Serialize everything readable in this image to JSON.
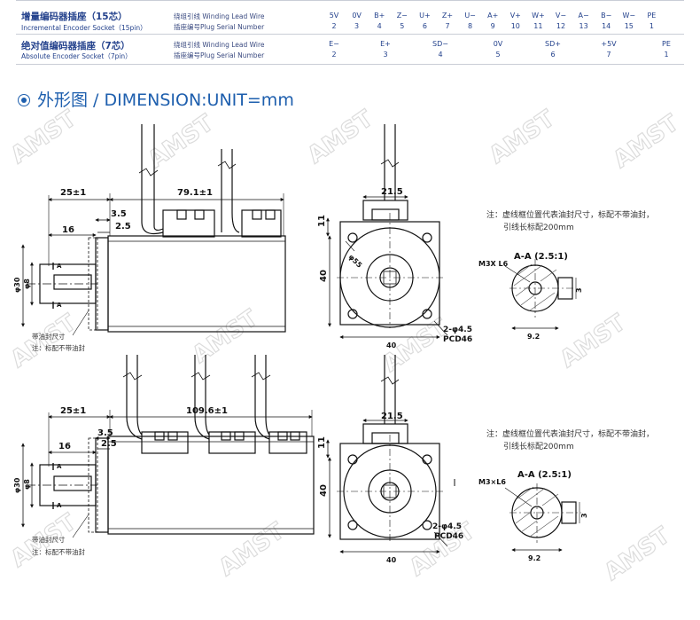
{
  "table": {
    "row1": {
      "cn": "增量编码器插座（15芯）",
      "en": "Incremental Encoder Socket（15pin）",
      "desc1": "绕组引线 Winding Lead Wire",
      "desc2": "插座编号Plug Serial Number",
      "signals": [
        "5V",
        "0V",
        "B+",
        "Z−",
        "U+",
        "Z+",
        "U−",
        "A+",
        "V+",
        "W+",
        "V−",
        "A−",
        "B−",
        "W−",
        "PE"
      ],
      "pins": [
        "2",
        "3",
        "4",
        "5",
        "6",
        "7",
        "8",
        "9",
        "10",
        "11",
        "12",
        "13",
        "14",
        "15",
        "1"
      ]
    },
    "row2": {
      "cn": "绝对值编码器插座（7芯）",
      "en": "Absolute Encoder Socket（7pin）",
      "desc1": "绕组引线 Winding Lead Wire",
      "desc2": "插座编号Plug Serial Number",
      "signals": [
        "E−",
        "E+",
        "SD−",
        "0V",
        "SD+",
        "+5V",
        "PE"
      ],
      "pins": [
        "2",
        "3",
        "4",
        "5",
        "6",
        "7",
        "1"
      ]
    }
  },
  "section_title": "外形图 / DIMENSION:UNIT=mm",
  "top": {
    "dim_25": "25±1",
    "dim_79": "79.1±1",
    "dim_3_5": "3.5",
    "dim_2_5": "2.5",
    "dim_16": "16",
    "dim_21_5": "21.5",
    "dim_11": "11",
    "dim_40_v": "40",
    "dim_40_h": "40",
    "phi55": "φ55",
    "phi8": "φ8",
    "phi30": "φ30",
    "holes": "2-φ4.5",
    "pcd": "PCD46",
    "aa": "A-A (2.5:1)",
    "m3": "M3X L6",
    "w3": "3",
    "w92": "9.2",
    "oil_seal": "带油封尺寸",
    "oil_note": "注：标配不带油封",
    "note1": "注：虚线框位置代表油封尺寸，标配不带油封，",
    "note2": "引线长标配200mm",
    "A_label": "A"
  },
  "bottom": {
    "dim_25": "25±1",
    "dim_109": "109.6±1",
    "dim_3_5": "3.5",
    "dim_2_5": "2.5",
    "dim_16": "16",
    "dim_21_5": "21.5",
    "dim_11": "11",
    "dim_40_v": "40",
    "dim_40_h": "40",
    "phi8": "φ8",
    "phi30": "φ30",
    "holes": "2-φ4.5",
    "pcd": "PCD46",
    "aa": "A-A (2.5:1)",
    "m3": "M3×L6",
    "w3": "3",
    "w92": "9.2",
    "oil_seal": "带油封尺寸",
    "oil_note": "注：标配不带油封",
    "note1": "注：虚线框位置代表油封尺寸，标配不带油封，",
    "note2": "引线长标配200mm",
    "A_label": "A"
  },
  "colors": {
    "brand_blue": "#1e5fae",
    "table_blue": "#23418c",
    "line": "#111111"
  }
}
